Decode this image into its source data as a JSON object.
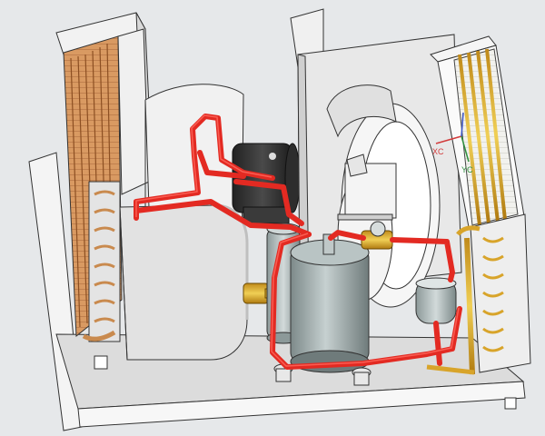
{
  "viewer": {
    "background": "#e6e8ea"
  },
  "triad": {
    "xc_label": "XC",
    "yc_label": "YC",
    "xc_color": "#d23c3c",
    "yc_color": "#2f8f3f",
    "zc_color": "#3a52c4"
  },
  "model": {
    "parts": [
      "base-plate",
      "condenser-coil-left",
      "condenser-fan-housing",
      "fan-motor",
      "evaporator-blower-housing",
      "evaporator-coil-right",
      "compressor",
      "liquid-receiver",
      "filter-drier",
      "expansion-valve",
      "accumulator",
      "refrigerant-lines"
    ],
    "colors": {
      "refrigerant_line": "#e32a22",
      "copper_coil": "#c98a4e",
      "brass_coil": "#d8a42a",
      "compressor_shell": "#98a6a6",
      "housing": "#ebebeb",
      "edges": "#333333"
    }
  }
}
